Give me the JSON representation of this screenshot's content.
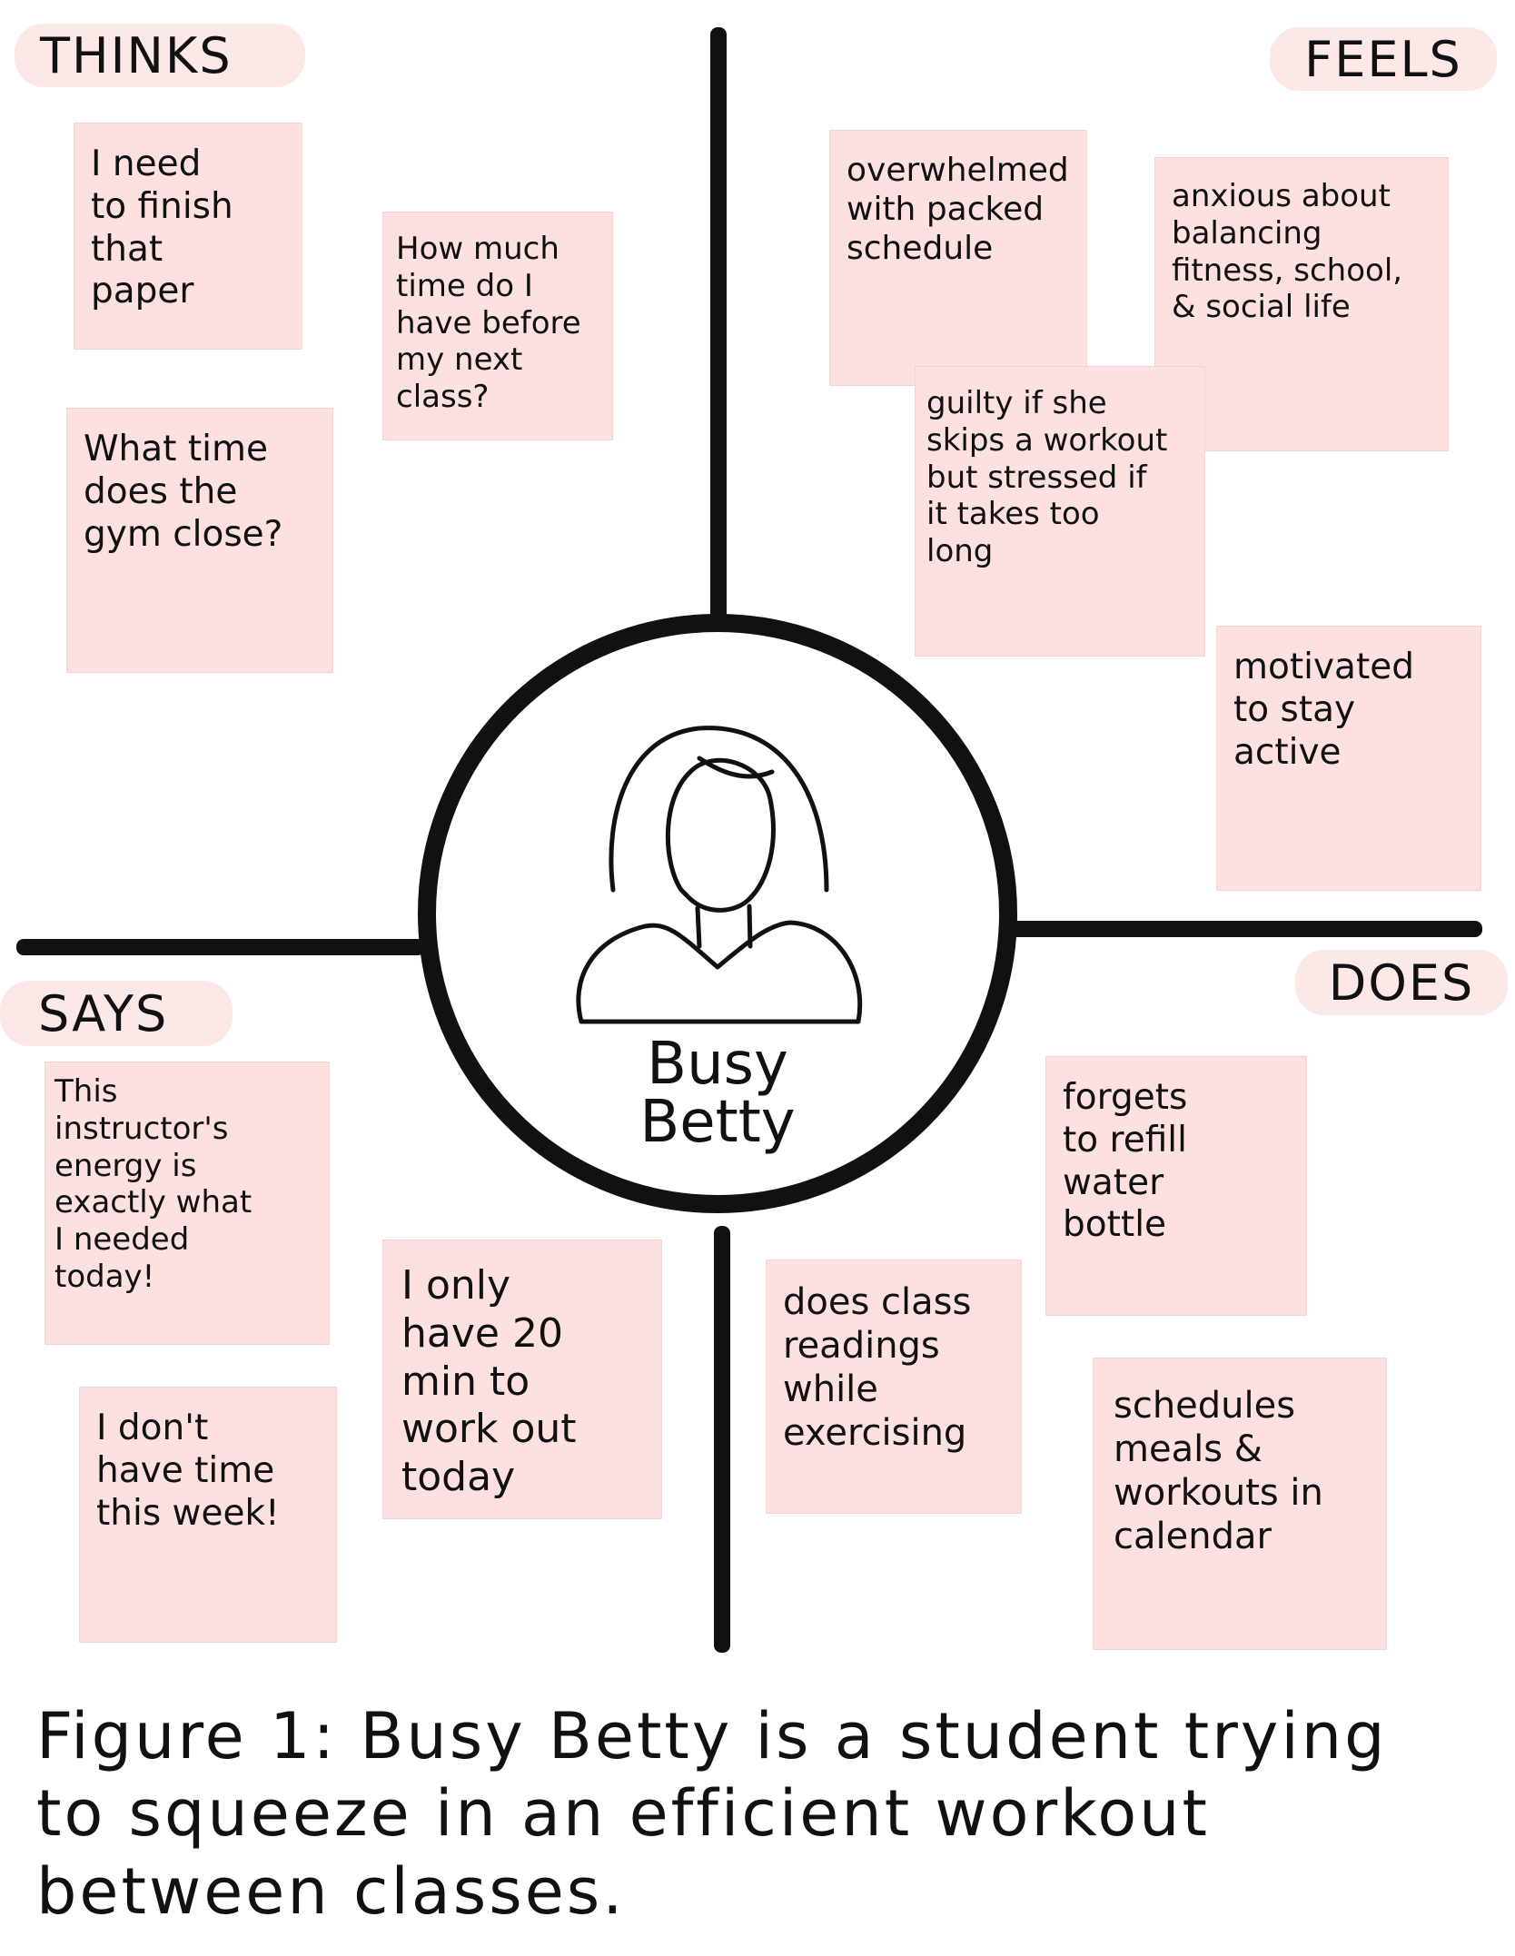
{
  "quadrants": {
    "thinks": {
      "label": "THINKS",
      "notes": [
        "I need\nto finish\nthat\npaper",
        "How much\ntime do I\nhave before\nmy next\nclass?",
        "What time\ndoes the\ngym close?"
      ]
    },
    "feels": {
      "label": "FEELS",
      "notes": [
        "overwhelmed\nwith packed\nschedule",
        "anxious about\nbalancing\nfitness, school,\n& social life",
        "guilty if she\nskips a workout\nbut stressed if\nit takes too\nlong",
        "motivated\nto stay\nactive"
      ]
    },
    "says": {
      "label": "SAYS",
      "notes": [
        "This\ninstructor's\nenergy is\nexactly what\nI needed\ntoday!",
        "I only\nhave 20\nmin to\nwork out\ntoday",
        "I don't\nhave time\nthis week!"
      ]
    },
    "does": {
      "label": "DOES",
      "notes": [
        "forgets\nto refill\nwater\nbottle",
        "does class\nreadings\nwhile\nexercising",
        "schedules\nmeals &\nworkouts in\ncalendar"
      ]
    }
  },
  "persona": {
    "name": "Busy\nBetty",
    "icon": "person-avatar-icon"
  },
  "caption": "Figure 1: Busy Betty is a student trying to squeeze in an efficient workout between classes.",
  "colors": {
    "note_background": "#fde1e1",
    "label_background": "#fde8e8",
    "ink": "#111111"
  }
}
